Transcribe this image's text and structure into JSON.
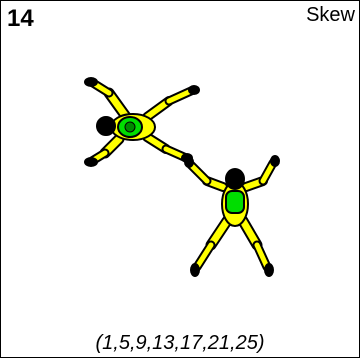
{
  "card": {
    "number": "14",
    "name": "Skew",
    "sequence": "(1,5,9,13,17,21,25)"
  },
  "colors": {
    "suit": "#ffff00",
    "outline": "#000000",
    "container": "#00dd00",
    "head": "#000000",
    "background": "#ffffff"
  },
  "icons": {
    "jumper_a": "skydiver-icon",
    "jumper_b": "skydiver-icon"
  }
}
